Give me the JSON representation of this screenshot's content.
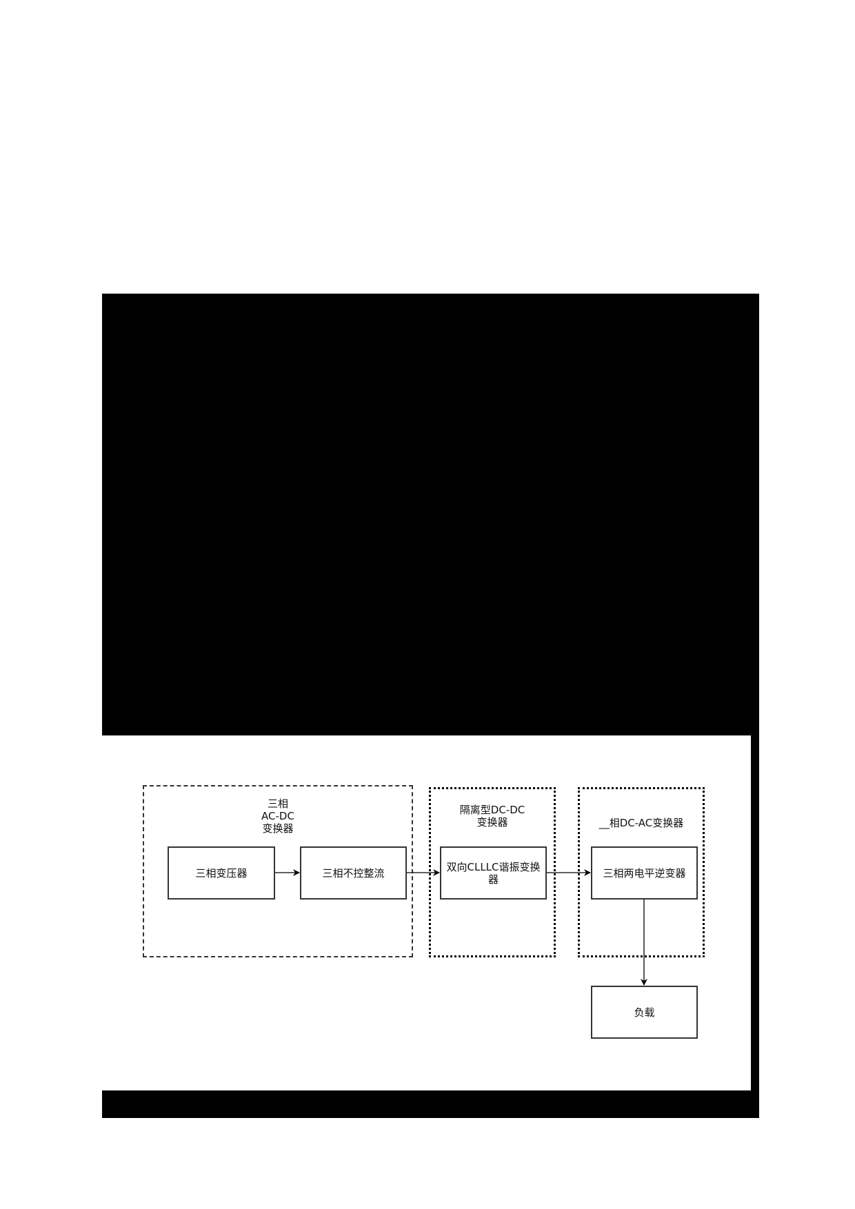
{
  "diagram": {
    "groups": [
      {
        "id": "g1",
        "label": "三相\nAC-DC\n变换器",
        "style": "dashed"
      },
      {
        "id": "g2",
        "label": "隔离型DC-DC\n变换器",
        "style": "dotted"
      },
      {
        "id": "g3",
        "label": "__相DC-AC变换器",
        "style": "dotted"
      }
    ],
    "blocks": [
      {
        "id": "transformer",
        "label": "三相变压器"
      },
      {
        "id": "rectifier",
        "label": "三相不控整流"
      },
      {
        "id": "clllc",
        "label": "双向CLLLC谐振变换器"
      },
      {
        "id": "inverter",
        "label": "三相两电平逆变器"
      },
      {
        "id": "load",
        "label": "负载"
      }
    ],
    "edges": [
      {
        "from": "transformer",
        "to": "rectifier"
      },
      {
        "from": "rectifier",
        "to": "clllc"
      },
      {
        "from": "clllc",
        "to": "inverter"
      },
      {
        "from": "inverter",
        "to": "load"
      }
    ]
  }
}
